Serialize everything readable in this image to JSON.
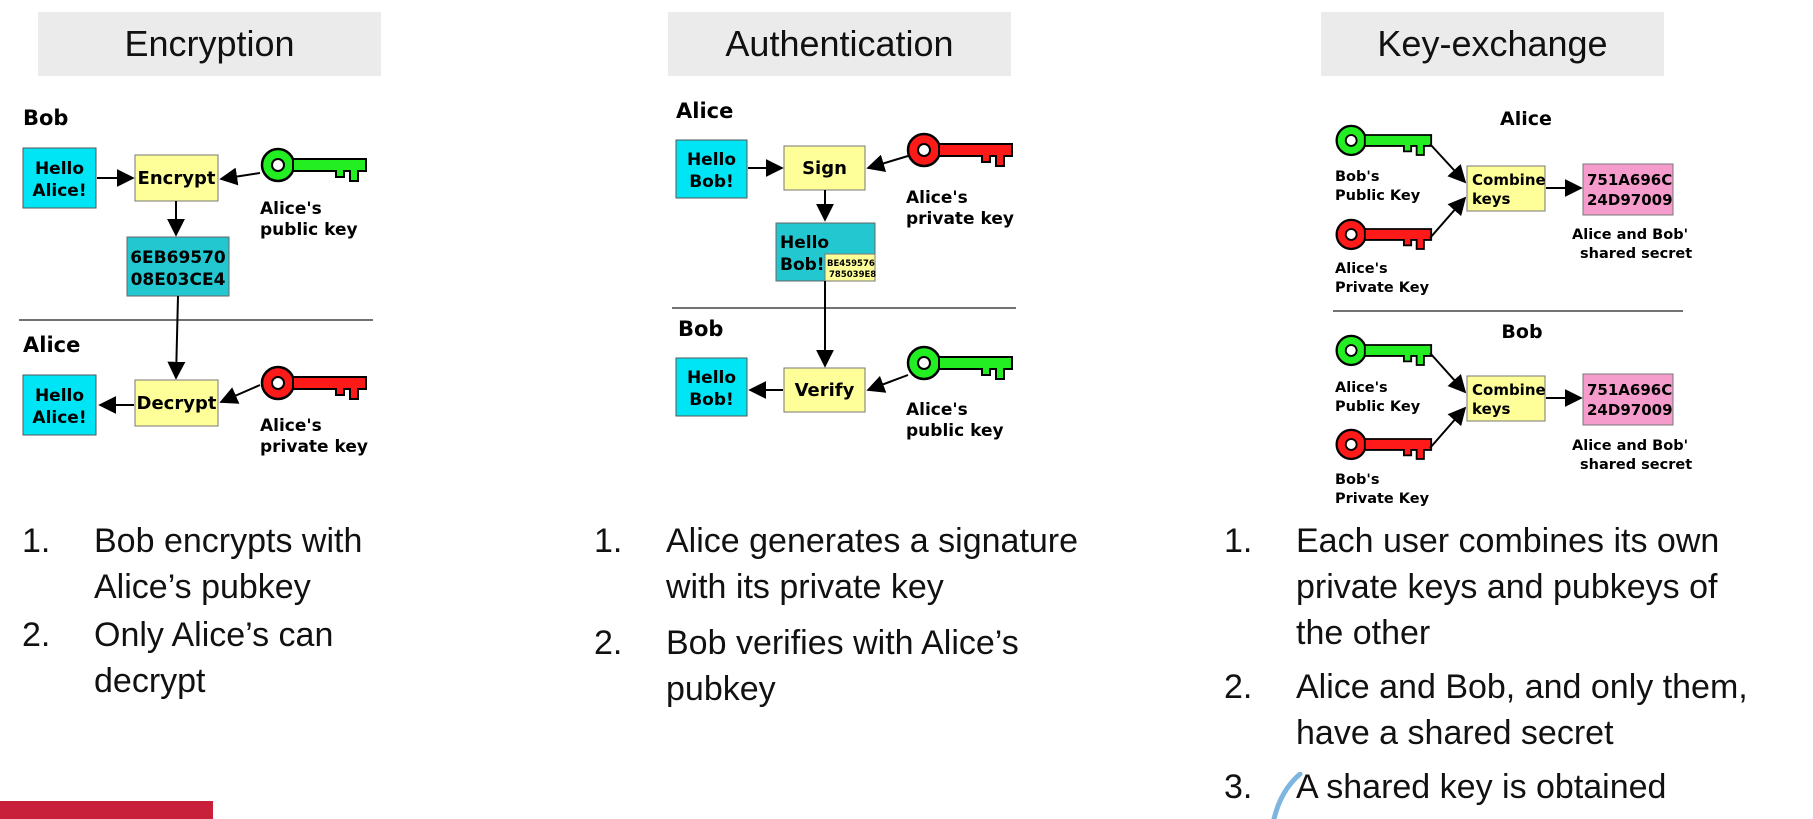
{
  "columns": [
    {
      "title": "Encryption"
    },
    {
      "title": "Authentication"
    },
    {
      "title": "Key-exchange"
    }
  ],
  "encryption": {
    "top_party": "Bob",
    "bottom_party": "Alice",
    "msg1": [
      "Hello",
      "Alice!"
    ],
    "encrypt": "Encrypt",
    "cipher": [
      "6EB69570",
      "08E03CE4"
    ],
    "key1_label": [
      "Alice's",
      "public key"
    ],
    "decrypt": "Decrypt",
    "msg2": [
      "Hello",
      "Alice!"
    ],
    "key2_label": [
      "Alice's",
      "private key"
    ],
    "steps": [
      {
        "num": "1.",
        "lines": [
          "Bob encrypts with",
          "Alice’s pubkey"
        ]
      },
      {
        "num": "2.",
        "lines": [
          "Only Alice’s can",
          "decrypt"
        ]
      }
    ]
  },
  "authentication": {
    "top_party": "Alice",
    "bottom_party": "Bob",
    "msg1": [
      "Hello",
      "Bob!"
    ],
    "sign": "Sign",
    "key1_label": [
      "Alice's",
      "private key"
    ],
    "signed_msg": [
      "Hello",
      "Bob!"
    ],
    "signature": [
      "BE459576",
      "785039E8"
    ],
    "verify": "Verify",
    "msg2": [
      "Hello",
      "Bob!"
    ],
    "key2_label": [
      "Alice's",
      "public key"
    ],
    "steps": [
      {
        "num": "1.",
        "lines": [
          "Alice generates a signature",
          "with its private key"
        ]
      },
      {
        "num": "2.",
        "lines": [
          "Bob verifies with Alice’s",
          "pubkey"
        ]
      }
    ]
  },
  "keyexchange": {
    "alice": {
      "party": "Alice",
      "key1_label": [
        "Bob's",
        "Public Key"
      ],
      "key2_label": [
        "Alice's",
        "Private Key"
      ],
      "combine": [
        "Combine",
        "keys"
      ],
      "secret": [
        "751A696C",
        "24D97009"
      ],
      "secret_label": [
        "Alice and Bob'",
        "shared secret"
      ]
    },
    "bob": {
      "party": "Bob",
      "key1_label": [
        "Alice's",
        "Public Key"
      ],
      "key2_label": [
        "Bob's",
        "Private Key"
      ],
      "combine": [
        "Combine",
        "keys"
      ],
      "secret": [
        "751A696C",
        "24D97009"
      ],
      "secret_label": [
        "Alice and Bob'",
        "shared secret"
      ]
    },
    "steps": [
      {
        "num": "1.",
        "lines": [
          "Each user combines its own",
          "private keys and pubkeys of",
          "the other"
        ]
      },
      {
        "num": "2.",
        "lines": [
          "Alice and Bob, and only them,",
          "have a shared secret"
        ]
      },
      {
        "num": "3.",
        "lines": [
          "A shared key is obtained"
        ]
      }
    ]
  },
  "colors": {
    "cyan": "#00e5f5",
    "teal": "#22c7cf",
    "yellow": "#ffff99",
    "pink": "#f59ccc",
    "green_key": "#22ee22",
    "red_key": "#ff1a1a",
    "logo_red": "#c8203b"
  },
  "icons": [
    "green-key-icon",
    "red-key-icon"
  ]
}
